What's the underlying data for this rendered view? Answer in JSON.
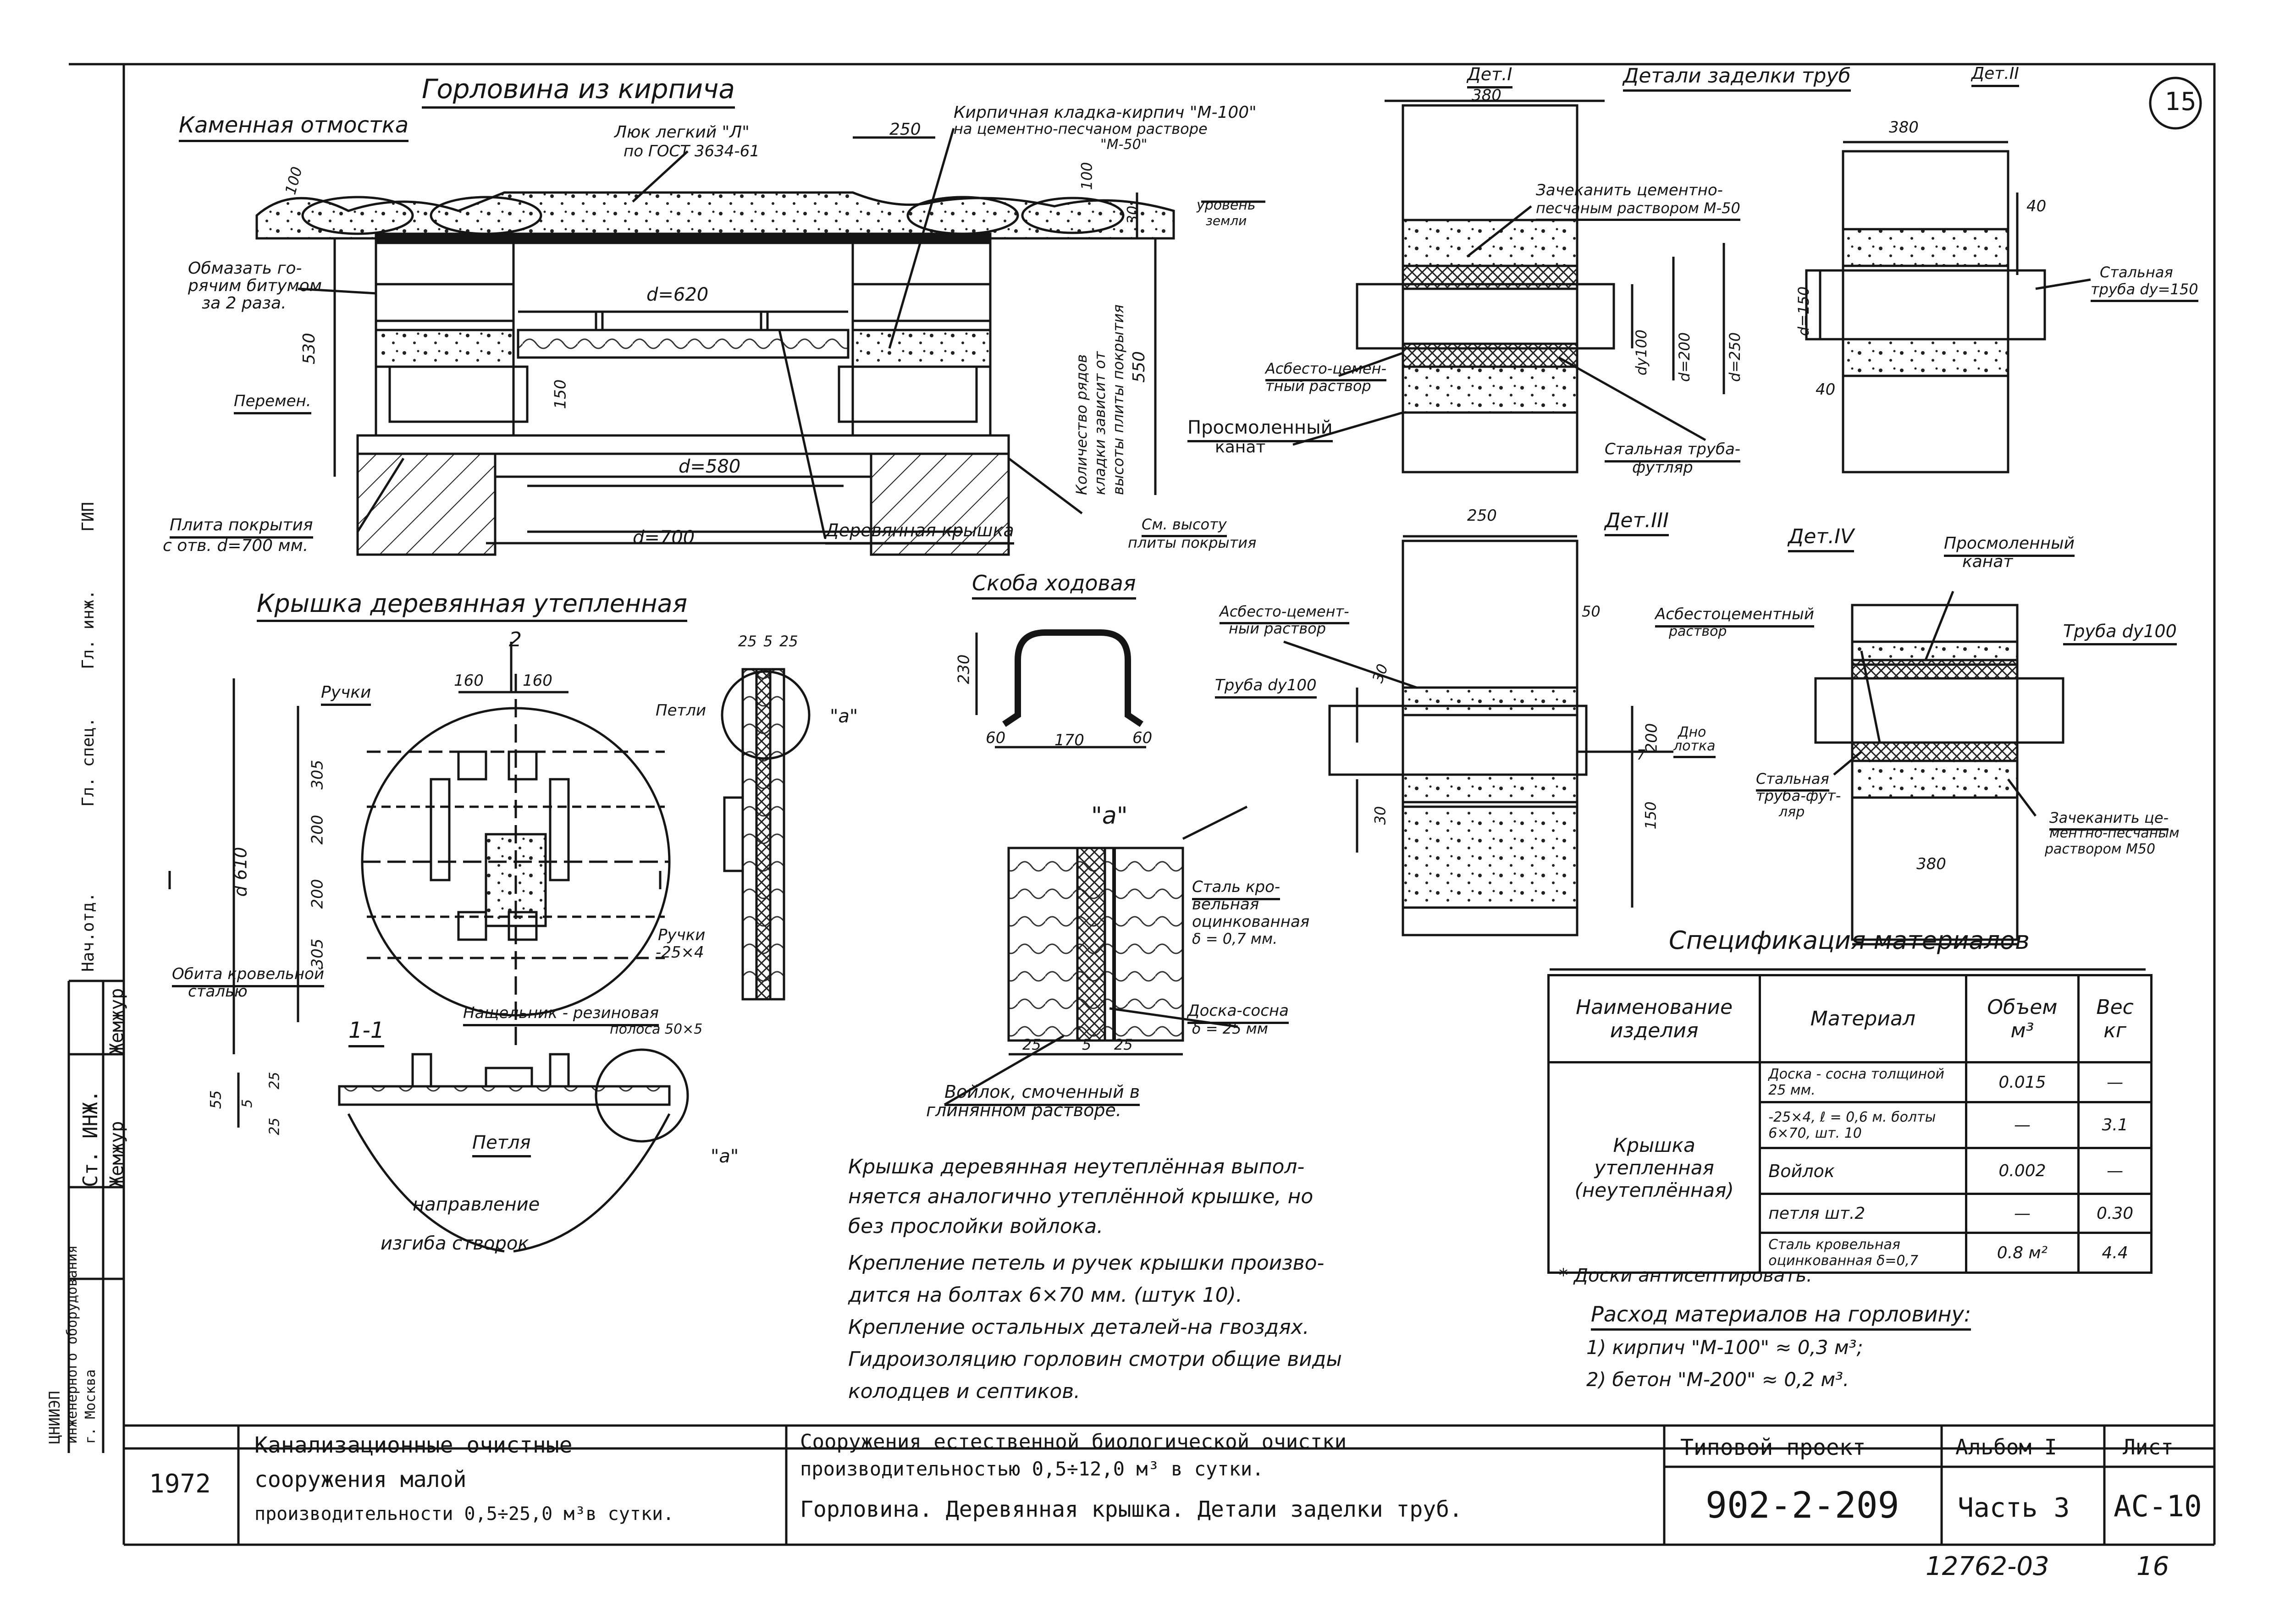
{
  "sheet_circle": "15",
  "headings": {
    "gorlovina": "Горловина из кирпича",
    "kamennaya": "Каменная отмостка",
    "kryshka": "Крышка деревянная утепленная",
    "skoba": "Скоба ходовая",
    "detali": "Детали заделки труб",
    "det1": "Дет.I",
    "det2": "Дет.II",
    "det3": "Дет.III",
    "det4": "Дет.IV",
    "section_a": "\"a\"",
    "section_11": "1-1",
    "spec": "Спецификация материалов"
  },
  "labels": {
    "kirpich_kladka": "Кирпичная кладка-кирпич \"М-100\"",
    "na_cement": "на цементно-песчаном растворе",
    "m50": "\"М-50\"",
    "lyuk": "Люк легкий \"Л\"",
    "gost": "по ГОСТ 3634-61",
    "uroven": "уровень",
    "zemli": "земли",
    "obmazat1": "Обмазать го-",
    "obmazat2": "рячим битумом",
    "obmazat3": "за 2 раза.",
    "peremen": "Перемен.",
    "kolichestvo1": "Количество рядов",
    "kolichestvo2": "кладки зависит от",
    "kolichestvo3": "высоты плиты покрытия",
    "plita1": "Плита покрытия",
    "plita2": "с отв. d=700 мм.",
    "derev_kryshka": "Деревянная крышка",
    "sm_vysotu1": "См. высоту",
    "sm_vysotu2": "плиты покрытия",
    "ruchki": "Ручки",
    "petli": "Петли",
    "ruchki2": "Ручки",
    "ruchki2_size": "-25×4",
    "obita1": "Обита кровельной",
    "obita2": "сталью",
    "nashchelnik": "Нащельник - резиновая",
    "polosa": "полоса 50×5",
    "petlya": "Петля",
    "napravlenie1": "направление",
    "napravlenie2": "изгиба створок",
    "stal_krov1": "Сталь кро-",
    "stal_krov2": "вельная",
    "stal_krov3": "оцинкованная",
    "stal_krov4": "δ = 0,7 мм.",
    "doska1": "Доска-сосна",
    "doska2": "δ = 25 мм",
    "voilok1": "Войлок, смоченный в",
    "voilok2": "глинянном растворе.",
    "zachekanit1": "Зачеканить цементно-",
    "zachekanit2": "песчаным раствором М-50",
    "asbest1": "Асбесто-цемен-",
    "asbest2": "тный раствор",
    "prosmol1": "Просмоленный",
    "prosmol2": "канат",
    "stal_truba1": "Стальная труба-",
    "stal_truba2": "футляр",
    "stal_d150_1": "Стальная",
    "stal_d150_2": "труба dy=150",
    "asbest3_1": "Асбесто-цемент-",
    "asbest3_2": "ный раствор",
    "truba_100": "Труба dy100",
    "dno1": "Дно",
    "dno2": "лотка",
    "prosmol4_1": "Просмоленный",
    "prosmol4_2": "канат",
    "asbest4_1": "Асбестоцементный",
    "asbest4_2": "раствор",
    "truba4": "Труба dy100",
    "stal4_1": "Стальная",
    "stal4_2": "труба-фут-",
    "stal4_3": "ляр",
    "zachek4_1": "Зачеканить це-",
    "zachek4_2": "ментно-песчаным",
    "zachek4_3": "раствором М50"
  },
  "dims": {
    "d100a": "100",
    "d250": "250",
    "d100b": "100",
    "d30": "30",
    "d530": "530",
    "d620": "d=620",
    "d150": "150",
    "d550": "550",
    "d580": "d=580",
    "d700": "d=700",
    "k160a": "160",
    "k160b": "160",
    "k305a": "305",
    "k200a": "200",
    "k200b": "200",
    "k305b": "305",
    "k610": "d 610",
    "k25a": "25",
    "k5": "5",
    "k25b": "25",
    "k2": "2",
    "s230": "230",
    "s60a": "60",
    "s170": "170",
    "s60b": "60",
    "a25a": "25",
    "a5": "5",
    "a25b": "25",
    "m55": "55",
    "m5": "5",
    "m25a": "25",
    "m25b": "25",
    "t380": "380",
    "dy100": "dy100",
    "dy200": "d=200",
    "dy250": "d=250",
    "t380b": "380",
    "t40a": "40",
    "t40b": "40",
    "d150b": "d=150",
    "t250": "250",
    "t50": "50",
    "t30": "30",
    "t200": "200",
    "t7": "7",
    "t30b": "30",
    "t150b": "150",
    "t380c": "380"
  },
  "notes": [
    "Крышка деревянная неутеплённая выпол-",
    "няется аналогично утеплённой крышке, но",
    "без прослойки войлока.",
    "Крепление петель и ручек крышки произво-",
    "дится на болтах 6×70 мм. (штук 10).",
    "Крепление остальных деталей-на гвоздях.",
    "Гидроизоляцию горловин смотри общие виды",
    "колодцев и септиков."
  ],
  "spec": {
    "headers": [
      "Наименование изделия",
      "Материал",
      "Объем м³",
      "Вес кг"
    ],
    "item_name": "Крышка утепленная (неутеплённая)",
    "rows": [
      {
        "material": "Доска - сосна толщиной 25 мм.",
        "volume": "0.015",
        "weight": "—"
      },
      {
        "material": "-25×4, ℓ = 0,6 м. болты 6×70, шт. 10",
        "volume": "—",
        "weight": "3.1"
      },
      {
        "material": "Войлок",
        "volume": "0.002",
        "weight": "—"
      },
      {
        "material": "петля шт.2",
        "volume": "—",
        "weight": "0.30"
      },
      {
        "material": "Сталь кровельная оцинкованная δ=0,7",
        "volume": "0.8 м²",
        "weight": "4.4"
      }
    ]
  },
  "antiseptic": "* Доски антисептировать.",
  "rashod": {
    "title": "Расход материалов на горловину:",
    "line1": "1) кирпич \"М-100\" ≈ 0,3 м³;",
    "line2": "2) бетон \"М-200\" ≈ 0,2 м³."
  },
  "title_block": {
    "year": "1972",
    "left1": "Канализационные очистные",
    "left2": "сооружения малой",
    "left3": "производительности 0,5÷25,0 м³в сутки.",
    "mid1": "Сооружения естественной биологической очистки",
    "mid2": "производительностью 0,5÷12,0 м³ в сутки.",
    "mid3": "Горловина. Деревянная крышка. Детали заделки труб.",
    "tip_label": "Типовой проект",
    "tip_value": "902-2-209",
    "album_label": "Альбом I",
    "part": "Часть 3",
    "list_label": "Лист",
    "list_value": "АС-10",
    "footer_num": "12762-03",
    "footer_page": "16"
  },
  "left_margin": {
    "gip": "ГИП",
    "gl_inzh": "Гл. инж.",
    "nach_otd": "Нач.отд.",
    "gl_spec": "Гл. спец.",
    "st_inzh": "Ст. ИНЖ.",
    "zhem1": "Жемжур",
    "zhem2": "Жемжур",
    "org1": "ЦНИИЭП",
    "org2": "инженерного оборудования",
    "city": "г. Москва"
  }
}
